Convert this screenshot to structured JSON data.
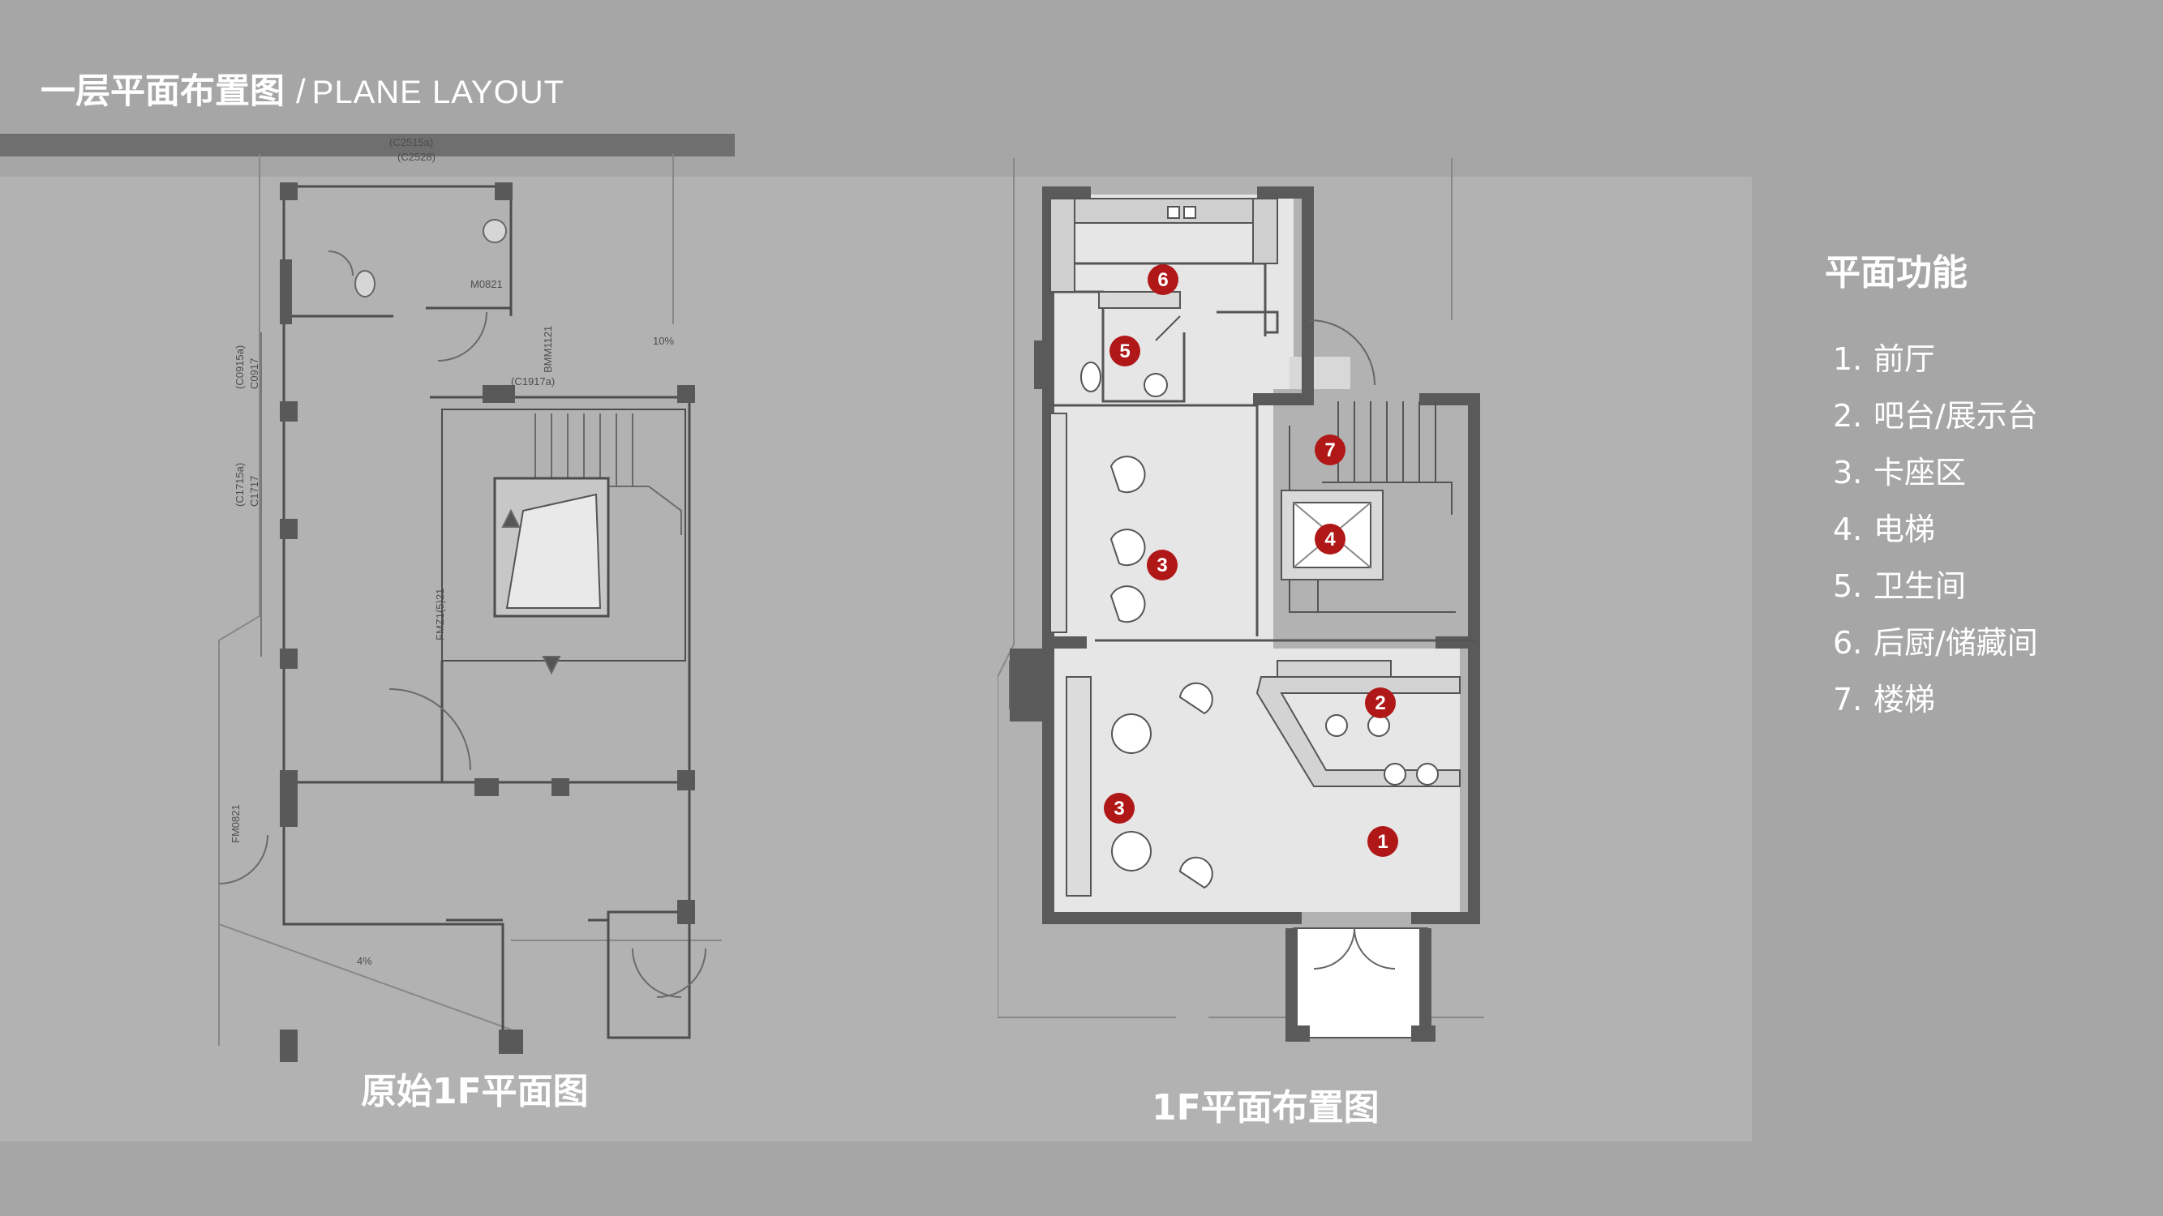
{
  "header": {
    "title_cn": "一层平面布置图",
    "separator": "/",
    "title_en": "PLANE LAYOUT"
  },
  "plans": {
    "original": {
      "caption": "原始1F平面图",
      "labels": {
        "top1": "(C2515a)",
        "top2": "(C2528)",
        "door_m0821": "M0821",
        "door_bmm": "BMM1121",
        "window_c1917": "(C1917a)",
        "slope_top": "10%",
        "left1": "(C0915a)",
        "left2": "C0917",
        "left3": "(C1715a)",
        "left4": "C1717",
        "door_fmz": "FMZ1(5)21",
        "door_fm": "FM0821",
        "slope_bottom": "4%"
      }
    },
    "layout": {
      "caption": "1F平面布置图",
      "markers": [
        "1",
        "2",
        "3",
        "3",
        "4",
        "5",
        "6",
        "7"
      ]
    }
  },
  "legend": {
    "title": "平面功能",
    "items": [
      {
        "num": "1.",
        "label": "前厅"
      },
      {
        "num": "2.",
        "label": "吧台/展示台"
      },
      {
        "num": "3.",
        "label": "卡座区"
      },
      {
        "num": "4.",
        "label": "电梯"
      },
      {
        "num": "5.",
        "label": "卫生间"
      },
      {
        "num": "6.",
        "label": "后厨/储藏间"
      },
      {
        "num": "7.",
        "label": "楼梯"
      }
    ]
  },
  "colors": {
    "background": "#a6a6a6",
    "panel": "#b2b2b2",
    "wall": "#555555",
    "marker": "#b01818",
    "floor": "#e6e6e6"
  }
}
